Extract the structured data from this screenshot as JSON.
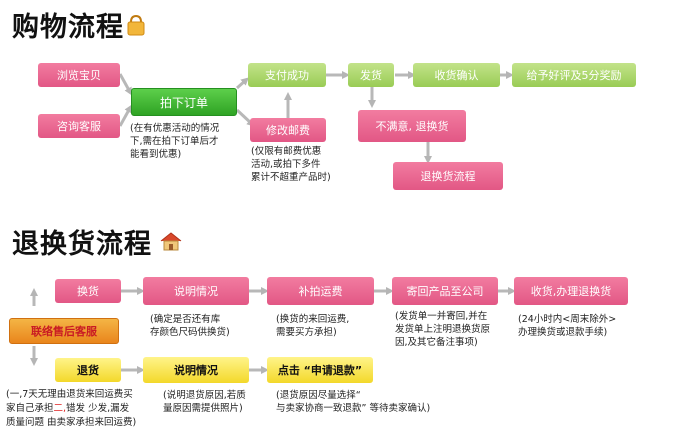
{
  "shopping": {
    "title": "购物流程",
    "browse": "浏览宝贝",
    "consult": "咨询客服",
    "order": "拍下订单",
    "order_note": [
      "(在有优惠活动的情况",
      "下,需在拍下订单后才",
      "能看到优惠)"
    ],
    "modify_postage": "修改邮费",
    "postage_note": [
      "(仅限有邮费优惠",
      "活动,或拍下多件",
      "累计不超重产品时)"
    ],
    "pay_success": "支付成功",
    "ship": "发货",
    "confirm_receipt": "收货确认",
    "review": "给予好评及5分奖励",
    "unsatisfied": "不满意, 退换货",
    "return_flow": "退换货流程"
  },
  "returns": {
    "title": "退换货流程",
    "exchange": "换货",
    "contact_cs": "联络售后客服",
    "refund": "退货",
    "explain1": "说明情况",
    "explain1_note": [
      "(确定是否还有库",
      "存颜色尺码供换货)"
    ],
    "postage": "补拍运费",
    "postage_note": [
      "(换货的来回运费,",
      "需要买方承担)"
    ],
    "send_back": "寄回产品至公司",
    "send_note": [
      "(发货单一并寄回,并在",
      "发货单上注明退换货原",
      "因,及其它备注事项)"
    ],
    "receive": "收货,办理退换货",
    "receive_note": [
      "(24小时内<周末除外>",
      "办理换货或退款手续)"
    ],
    "explain2": "说明情况",
    "explain2_note": [
      "(说明退货原因,若质",
      "量原因需提供照片)"
    ],
    "apply_refund": "点击 “申请退款”",
    "apply_note": [
      "(退货原因尽量选择“",
      "与卖家协商一致退款” 等待卖家确认)"
    ],
    "refund_note_1a": "(一,7天无理由退货来回运费买",
    "refund_note_2a": "家自己承担",
    "refund_note_2b": "二,",
    "refund_note_2c": "错发 少发,漏发",
    "refund_note_3a": "质量问题 由卖家承担来回运费)"
  },
  "colors": {
    "pink": "#e25785",
    "light_green": "#99cc55",
    "dark_green": "#2fa324",
    "orange": "#e9851c",
    "yellow": "#f3d82a",
    "arrow": "#b5b5b5"
  },
  "icons": [
    "shopping-bag-icon",
    "house-icon"
  ]
}
